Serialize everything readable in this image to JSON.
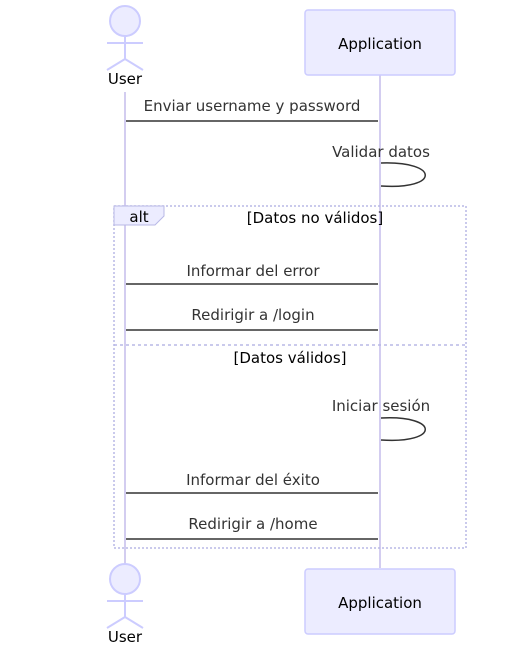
{
  "participants": {
    "user": "User",
    "application": "Application"
  },
  "messages": {
    "m1": "Enviar username y password",
    "m2": "Validar datos",
    "m3": "Informar del error",
    "m4": "Redirigir a /login",
    "m5": "Iniciar sesión",
    "m6": "Informar del éxito",
    "m7": "Redirigir a /home"
  },
  "alt_block": {
    "keyword": "alt",
    "condition_1": "[Datos no válidos]",
    "condition_2": "[Datos válidos]"
  },
  "colors": {
    "actor_fill": "#ECECFF",
    "actor_stroke": "#CCCCFF",
    "lifeline": "#D3CDF0",
    "message": "#333333",
    "alt_border": "#B8B8E6"
  }
}
